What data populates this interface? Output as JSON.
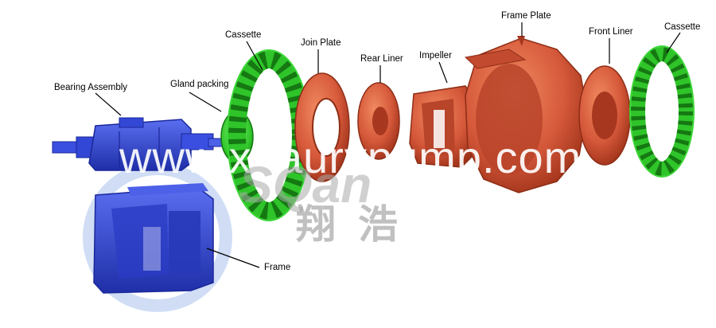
{
  "labels": {
    "bearing_assembly": "Bearing Assembly",
    "gland_packing": "Gland packing",
    "cassette_left": "Cassette",
    "join_plate": "Join Plate",
    "rear_liner": "Rear Liner",
    "impeller": "Impeller",
    "frame_plate": "Frame Plate",
    "front_liner": "Front Liner",
    "cassette_right": "Cassette",
    "frame": "Frame"
  },
  "watermark": {
    "url": "www.xhaurypump.com",
    "brand": "SQan",
    "chinese": "翔浩"
  },
  "colors": {
    "blue_part": "#3347d6",
    "blue_dark": "#1f2fa8",
    "green_part": "#2fc42a",
    "green_dark": "#1b8a18",
    "orange_part": "#d5583a",
    "orange_dark": "#a8371f",
    "logo_ring": "#9ab6e6"
  }
}
